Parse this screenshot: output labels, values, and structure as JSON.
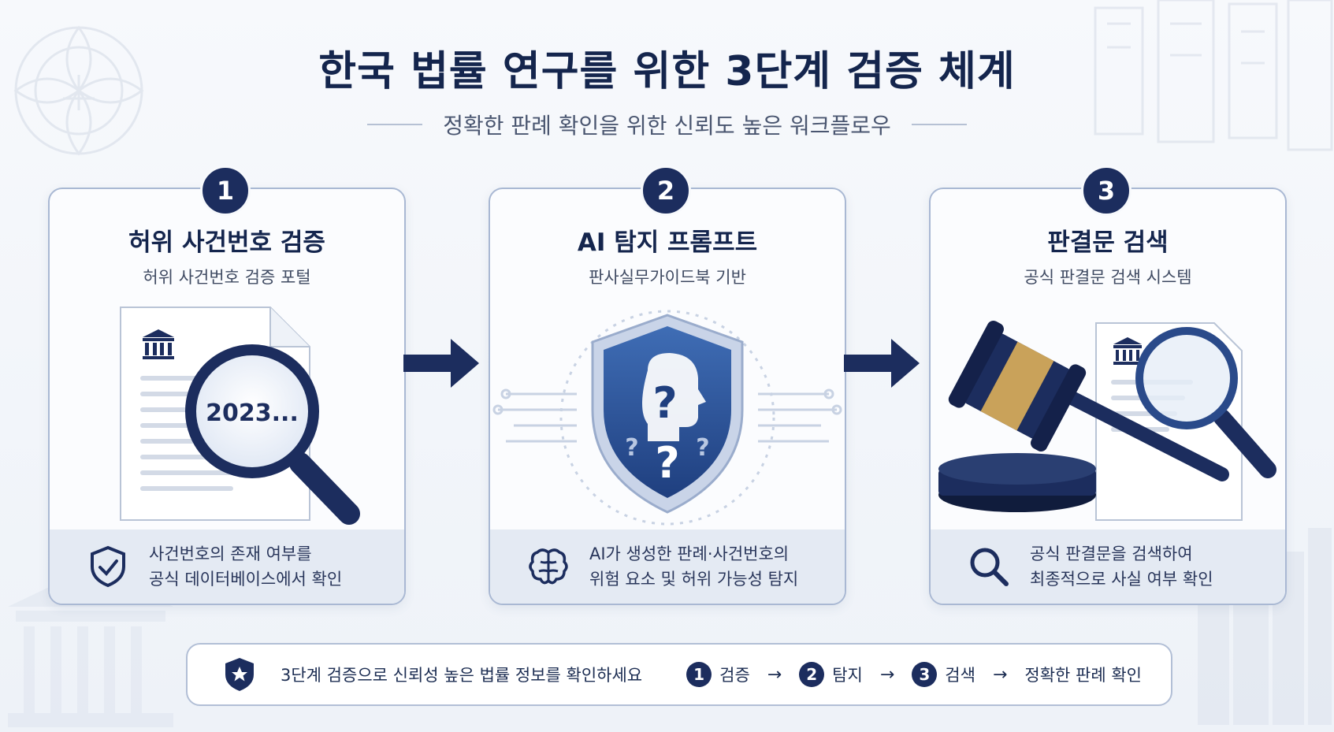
{
  "title": "한국 법률 연구를 위한 3단계 검증 체계",
  "subtitle": "정확한 판례 확인을 위한 신뢰도 높은 워크플로우",
  "steps": [
    {
      "number": "1",
      "title": "허위 사건번호 검증",
      "subtitle": "허위 사건번호 검증 포털",
      "illustration_text": "2023...",
      "illustration_icon": "document-magnifier-icon",
      "footer_icon": "shield-check-icon",
      "footer_lines": [
        "사건번호의 존재 여부를",
        "공식 데이터베이스에서 확인"
      ]
    },
    {
      "number": "2",
      "title": "AI 탐지 프롬프트",
      "subtitle": "판사실무가이드북 기반",
      "illustration_icon": "shield-question-head-icon",
      "footer_icon": "brain-icon",
      "footer_lines": [
        "AI가 생성한 판례·사건번호의",
        "위험 요소 및 허위 가능성 탐지"
      ]
    },
    {
      "number": "3",
      "title": "판결문 검색",
      "subtitle": "공식 판결문 검색 시스템",
      "illustration_icon": "gavel-magnifier-icon",
      "footer_icon": "search-icon",
      "footer_lines": [
        "공식 판결문을 검색하여",
        "최종적으로 사실 여부 확인"
      ]
    }
  ],
  "bottom": {
    "message": "3단계 검증으로 신뢰성 높은 법률 정보를 확인하세요",
    "flow": [
      {
        "number": "1",
        "label": "검증"
      },
      {
        "number": "2",
        "label": "탐지"
      },
      {
        "number": "3",
        "label": "검색"
      }
    ],
    "final": "정확한 판례 확인"
  },
  "colors": {
    "navy": "#1c2d5e",
    "gold": "#c9a25a",
    "shield_blue": "#2f5aa0",
    "card_border": "#a9b8d3"
  }
}
